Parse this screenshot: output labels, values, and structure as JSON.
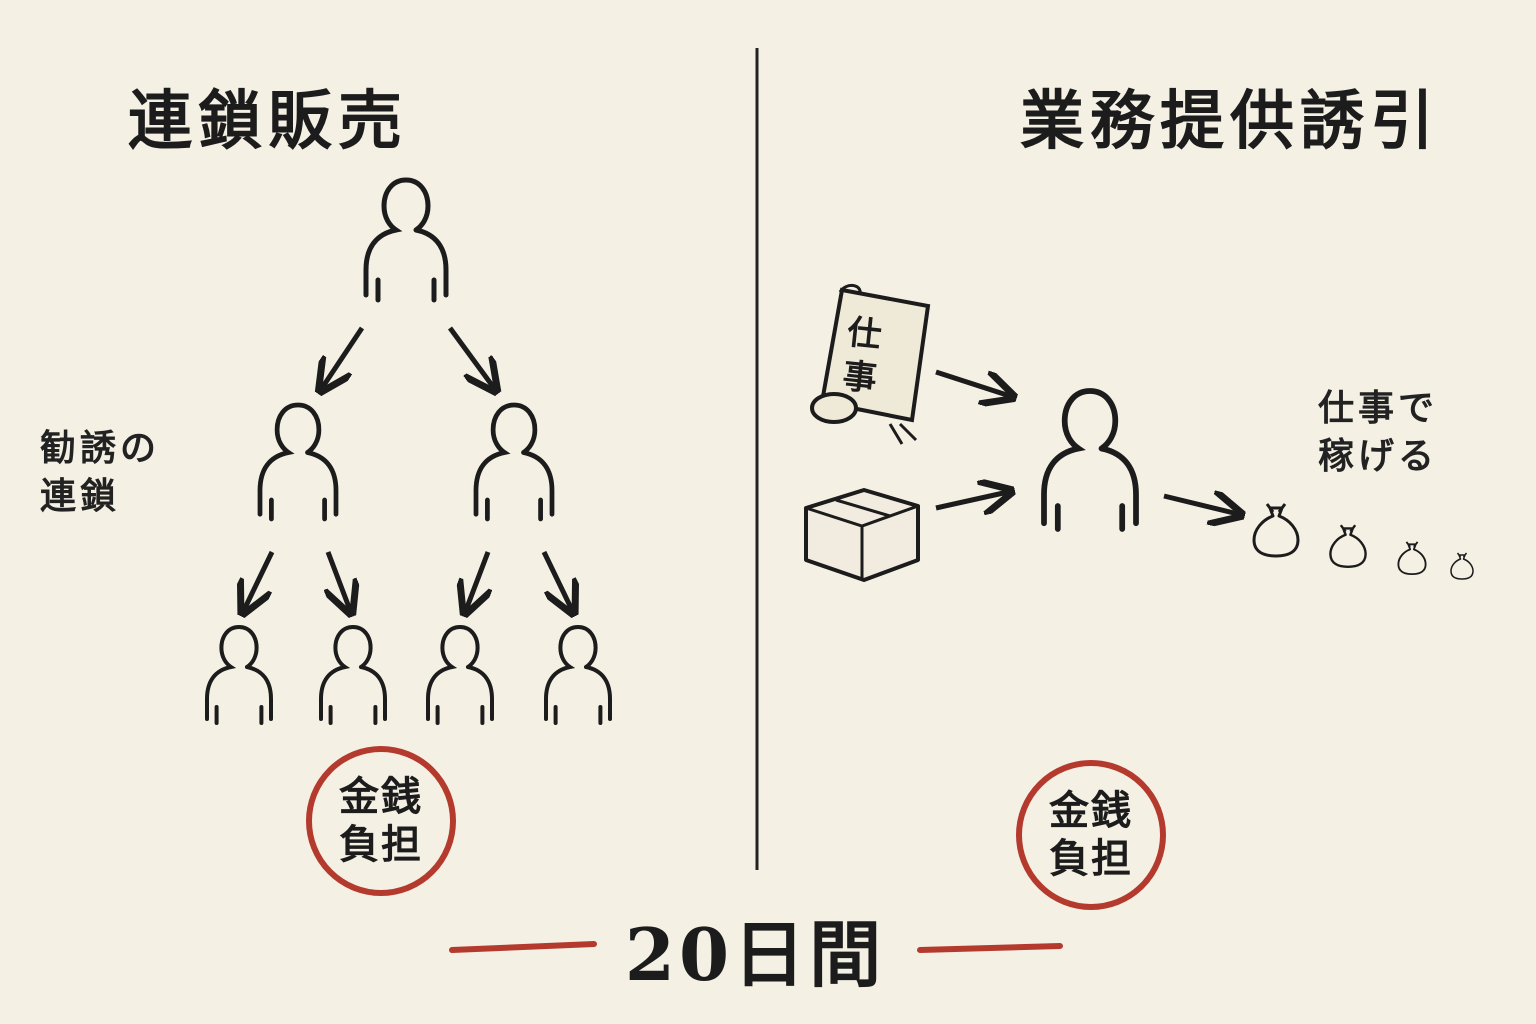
{
  "left_panel": {
    "title": "連鎖販売",
    "side_note": "勧誘の\n連鎖",
    "seal_text": "金銭\n負担"
  },
  "right_panel": {
    "title": "業務提供誘引",
    "scroll_label": "仕\n事",
    "side_note": "仕事で\n稼げる",
    "seal_text": "金銭\n負担"
  },
  "footer": {
    "duration": "20日間"
  },
  "colors": {
    "background": "#f4f0e4",
    "ink": "#1c1c1c",
    "seal_red": "#b43a2e"
  },
  "icons": [
    "person-icon",
    "arrow-icon",
    "scroll-icon",
    "box-icon",
    "money-bag-icon"
  ]
}
